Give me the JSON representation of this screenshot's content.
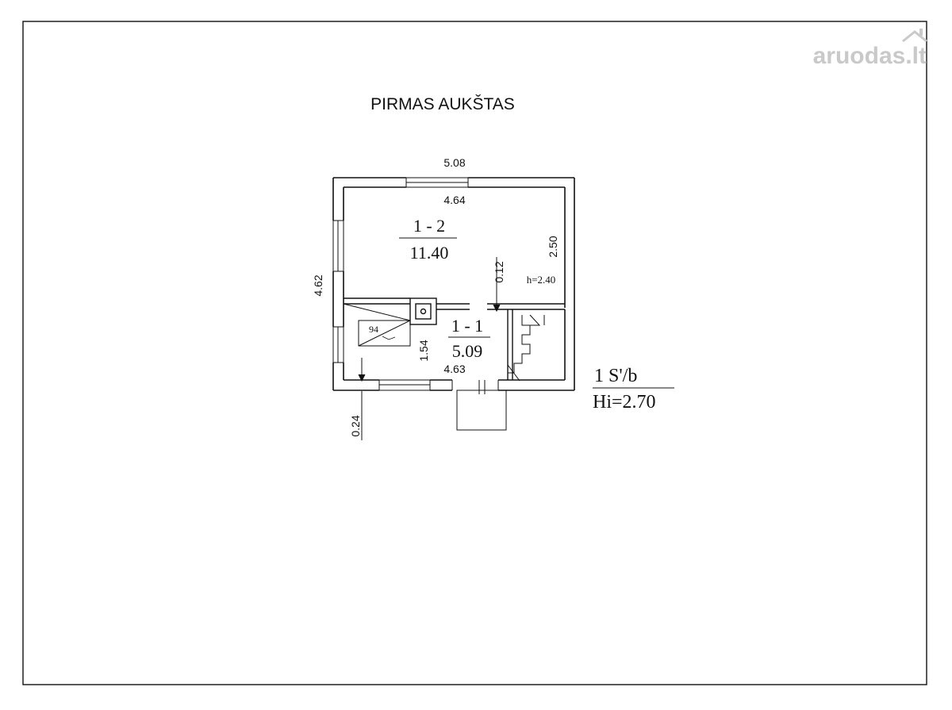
{
  "title": "PIRMAS AUKŠTAS",
  "watermark": "aruodas.lt",
  "colors": {
    "line": "#111111",
    "watermark": "#c9c9c9",
    "background": "#ffffff"
  },
  "rooms": [
    {
      "id": "1 - 2",
      "area": "11.40",
      "height": "h=2.40"
    },
    {
      "id": "1 - 1",
      "area": "5.09"
    }
  ],
  "dimensions": {
    "outer_width": "5.08",
    "inner_width_top": "4.64",
    "room_depth_right": "2.50",
    "outer_depth_left": "4.62",
    "partition_thickness": "0.12",
    "room_small_depth": "1.54",
    "inner_width_bottom": "4.63",
    "wall_thickness": "0.24",
    "fixture_label": "94"
  },
  "floor_label": {
    "code": "1  S'/b",
    "height": "Hi=2.70"
  }
}
